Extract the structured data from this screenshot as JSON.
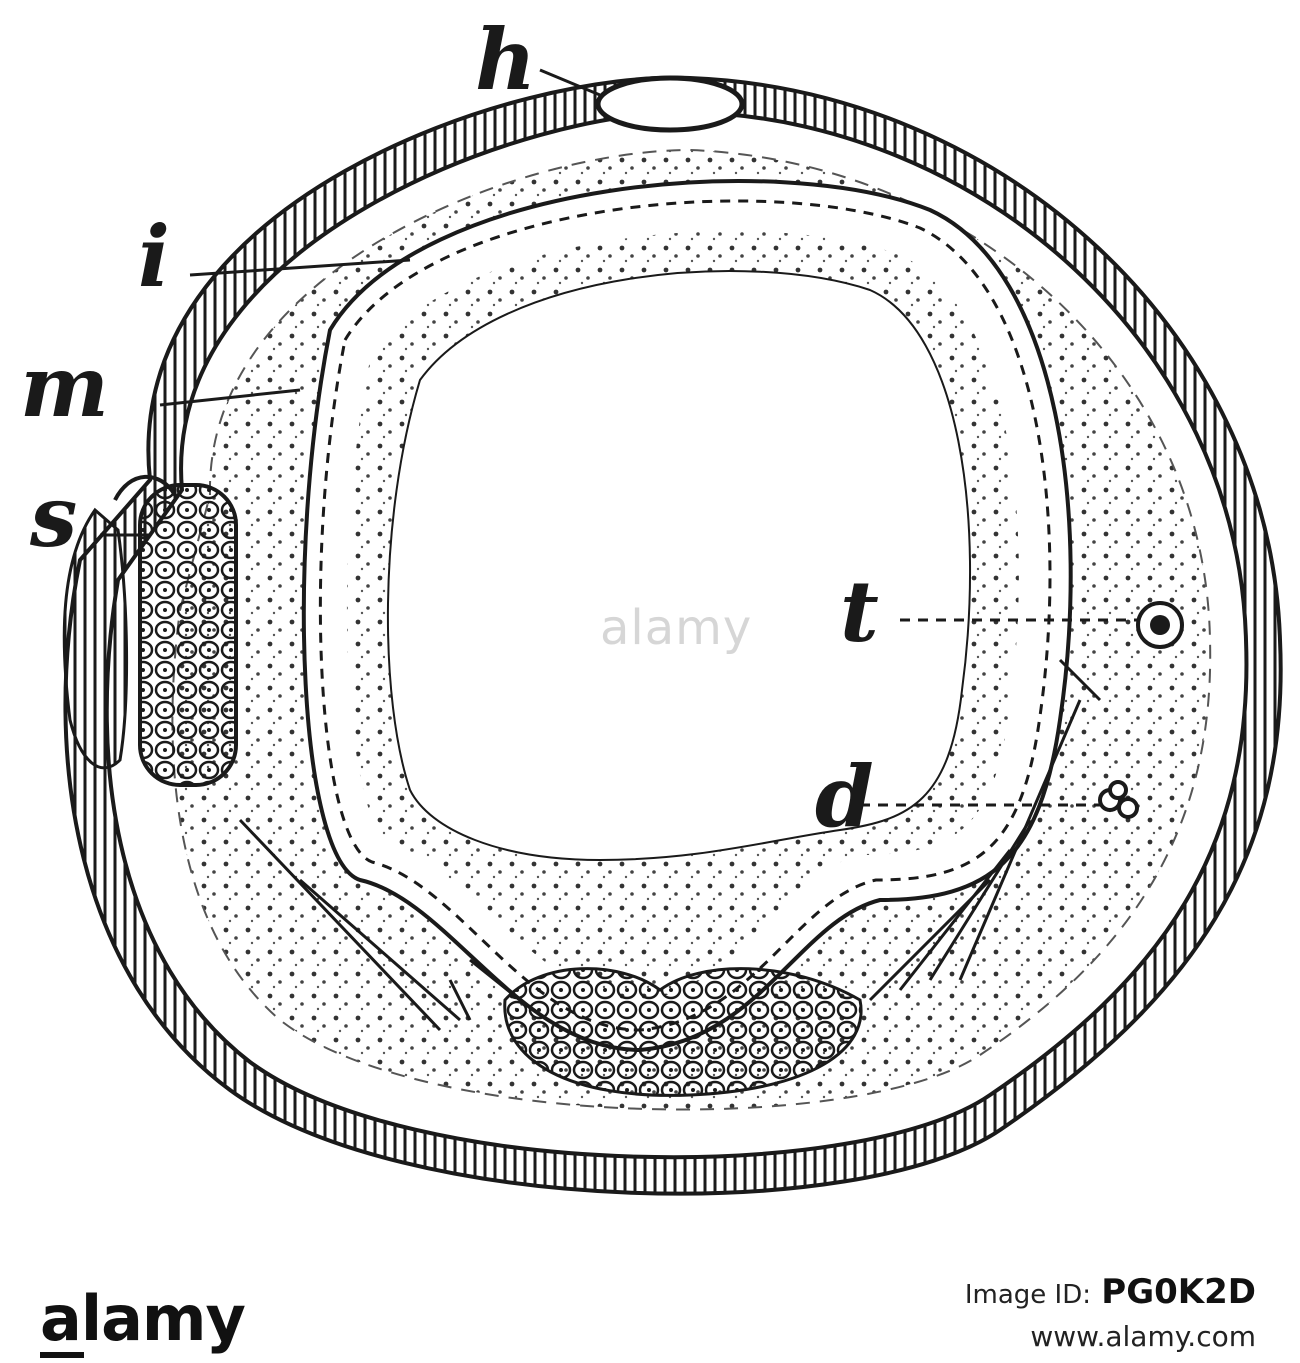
{
  "diagram": {
    "labels": {
      "h": "h",
      "i": "i",
      "m": "m",
      "s": "s",
      "t": "t",
      "d": "d"
    }
  },
  "watermark": "alamy",
  "footer": {
    "brand": "alamy",
    "image_id_label": "Image ID:",
    "image_id": "PG0K2D",
    "site_url": "www.alamy.com"
  },
  "colors": {
    "ink": "#1a1a1a",
    "background": "#ffffff"
  }
}
